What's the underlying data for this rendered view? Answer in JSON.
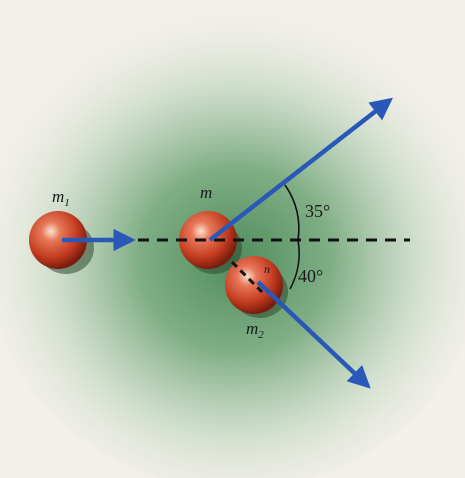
{
  "diagram": {
    "mass_labels": {
      "m1_incoming": {
        "base": "m",
        "sub": "1"
      },
      "m1_collision": {
        "base": "m",
        "sub": ""
      },
      "m2": {
        "base": "m",
        "sub": "2"
      },
      "m2_on_ball": "n"
    },
    "angles": {
      "upper": "35°",
      "lower": "40°"
    },
    "colors": {
      "ball": "#d9532f",
      "ball_dark": "#7a1d0e",
      "arrow": "#2a58b8",
      "dashed_line": "#111111",
      "glow": "#5f9a6a"
    }
  }
}
